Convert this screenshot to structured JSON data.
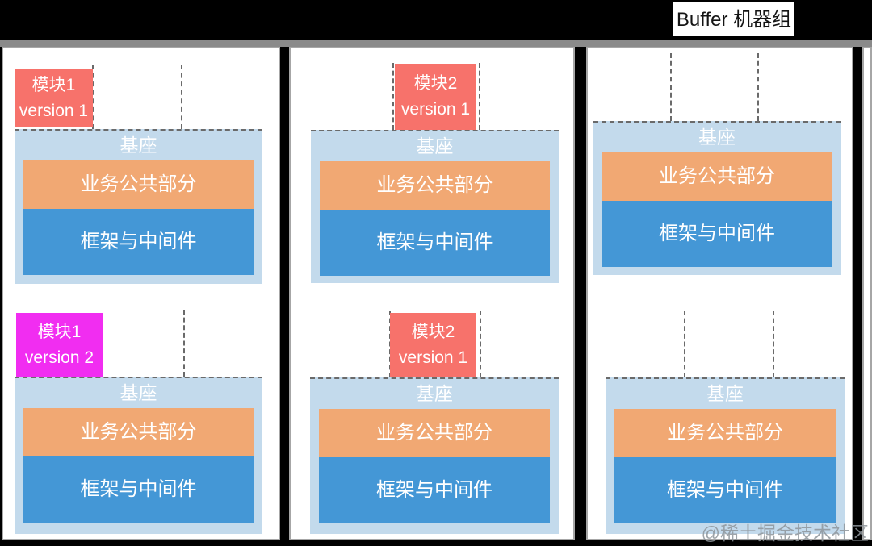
{
  "buffer_label": "Buffer 机器组",
  "watermark": "@稀土掘金技术社区",
  "base": {
    "title": "基座",
    "business_layer": "业务公共部分",
    "framework_layer": "框架与中间件"
  },
  "colors": {
    "badge_salmon": "#F7726B",
    "badge_magenta": "#F12DF1",
    "base_bg": "#C3DAEC",
    "business_layer_bg": "#F1A873",
    "framework_layer_bg": "#4497D6",
    "dashed_line": "#6A6A6A",
    "panel_border": "#A6A6A6",
    "background": "#000000"
  },
  "units": [
    {
      "id": "u1",
      "panel": 1,
      "row": "top",
      "badge": {
        "line1": "模块1",
        "line2": "version 1",
        "color": "#F7726B"
      }
    },
    {
      "id": "u2",
      "panel": 1,
      "row": "bottom",
      "badge": {
        "line1": "模块1",
        "line2": "version 2",
        "color": "#F12DF1"
      }
    },
    {
      "id": "u3",
      "panel": 2,
      "row": "top",
      "badge": {
        "line1": "模块2",
        "line2": "version 1",
        "color": "#F7726B"
      }
    },
    {
      "id": "u4",
      "panel": 2,
      "row": "bottom",
      "badge": {
        "line1": "模块2",
        "line2": "version 1",
        "color": "#F7726B"
      }
    },
    {
      "id": "u5",
      "panel": 3,
      "row": "top",
      "badge": null
    },
    {
      "id": "u6",
      "panel": 3,
      "row": "bottom",
      "badge": null
    }
  ]
}
